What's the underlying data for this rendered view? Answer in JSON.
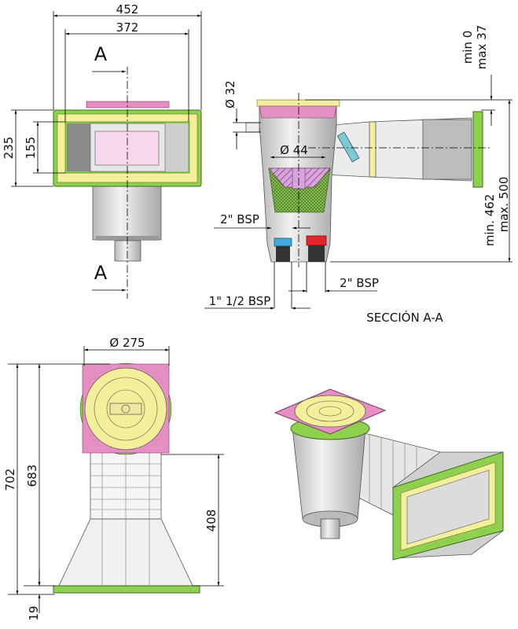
{
  "front_view": {
    "width_outer": "452",
    "width_inner": "372",
    "height_outer": "235",
    "height_inner": "155",
    "section_mark_top": "A",
    "section_mark_bottom": "A"
  },
  "section_view": {
    "diameter_top": "Ø 32",
    "diameter_mid": "Ø 44",
    "level_min": "min 0",
    "level_max": "max 37",
    "height_min": "min. 462",
    "height_max": "max. 500",
    "thread_left": "2\"  BSP",
    "thread_right": "2\" BSP",
    "thread_small": "1\" 1/2 BSP",
    "title": "SECCIÓN A-A"
  },
  "side_view": {
    "lid_diameter": "Ø 275",
    "total_height": "702",
    "body_height": "683",
    "duct_height": "408",
    "base_thickness": "19"
  },
  "colors": {
    "frame_green": "#8fd14f",
    "frame_yellow": "#f3ef9a",
    "lid_pink": "#e58fc4",
    "body_grey": "#d9d9d9",
    "basket_green": "#6ea83a",
    "valve_blue": "#3fa9e0",
    "valve_red": "#e3262b"
  }
}
